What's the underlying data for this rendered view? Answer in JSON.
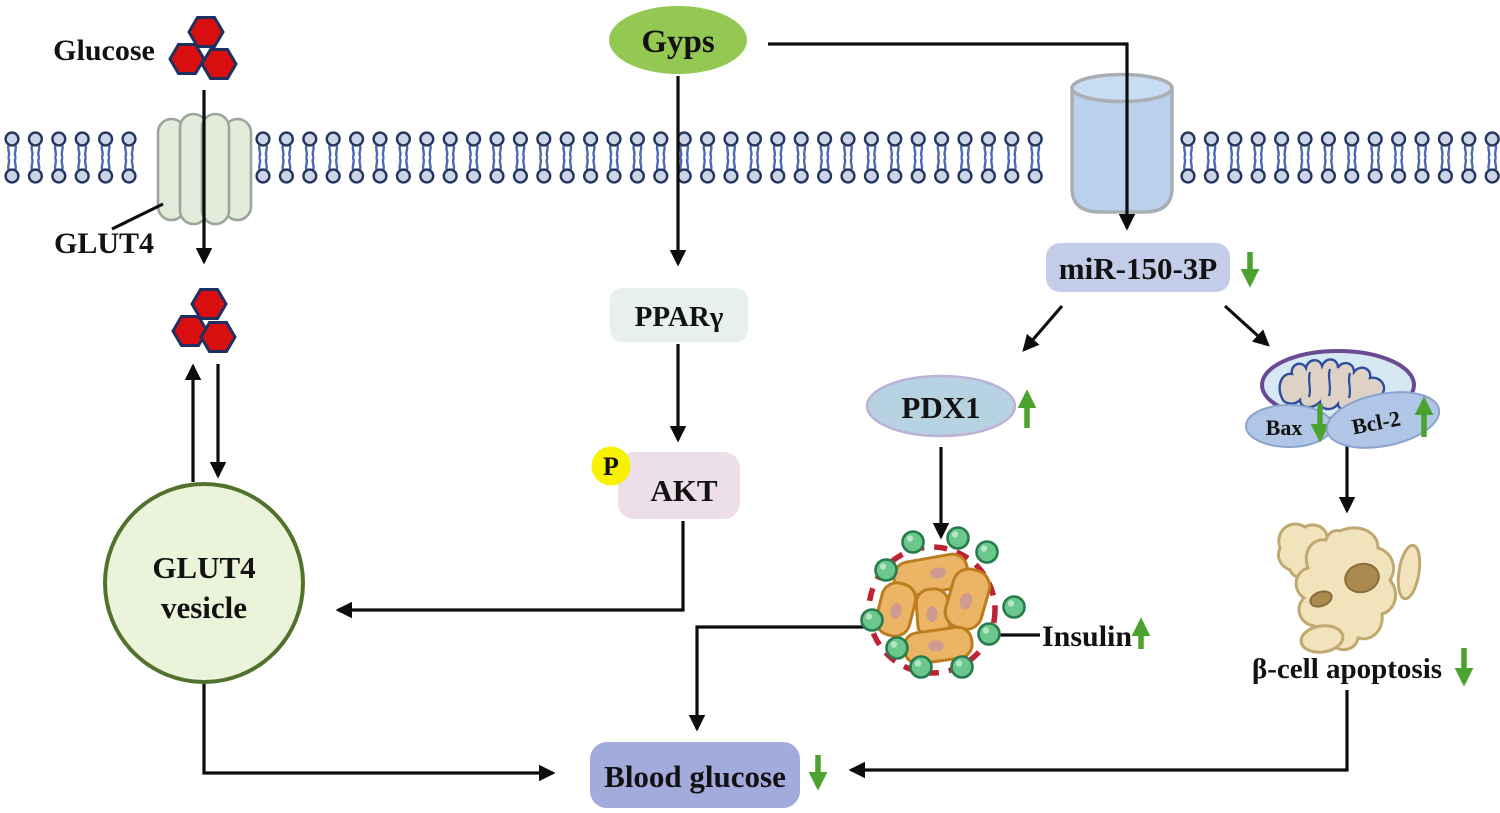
{
  "labels": {
    "glucose": "Glucose",
    "glut4": "GLUT4",
    "gyps": "Gyps",
    "ppar": "PPARγ",
    "phospho": "P",
    "akt": "AKT",
    "mir": "miR-150-3P",
    "pdx1": "PDX1",
    "insulin": "Insulin",
    "bax": "Bax",
    "bcl2": "Bcl-2",
    "beta_apoptosis": "β-cell apoptosis",
    "vesicle_line1": "GLUT4",
    "vesicle_line2": "vesicle",
    "blood_glucose": "Blood glucose"
  },
  "regulation": {
    "mir_150_3p": "down",
    "pdx1": "up",
    "insulin": "up",
    "bax": "down",
    "bcl2": "up",
    "beta_cell_apoptosis": "down",
    "blood_glucose": "down"
  },
  "colors": {
    "regulation_arrow_green": "#4ca22e",
    "gyps_fill": "#93c852",
    "glucose_hexagon_red": "#d90f0f",
    "hexagon_border_navy": "#1f3060",
    "ppar_box_fill": "#e8f0ef",
    "akt_box_fill": "#ecdfea",
    "phospho_yellow": "#f8f200",
    "mir_box_fill": "#c3cce9",
    "blood_glucose_box_fill": "#a2abdb",
    "pdx1_fill": "#b7d3e2",
    "vesicle_fill": "#ebf3da",
    "vesicle_border": "#51722c",
    "channel_pill_fill": "#e3ecdb",
    "cylinder_fill": "#b9d1ec",
    "membrane_head_fill": "#ccd5e6",
    "membrane_tail_blue": "#4a6ab0",
    "islet_cell_fill": "#ecb565",
    "islet_dashed_red": "#bf2135",
    "granule_green": "#6cc78d",
    "mito_border_purple": "#6a4a93",
    "mito_fill": "#d6e8f2",
    "mito_matrix_tan": "#ded2c6",
    "bax_bcl2_fill": "#b0c6e6",
    "apoptotic_cell_fill": "#f1e4bd",
    "arrow_black": "#0d0d0d"
  }
}
